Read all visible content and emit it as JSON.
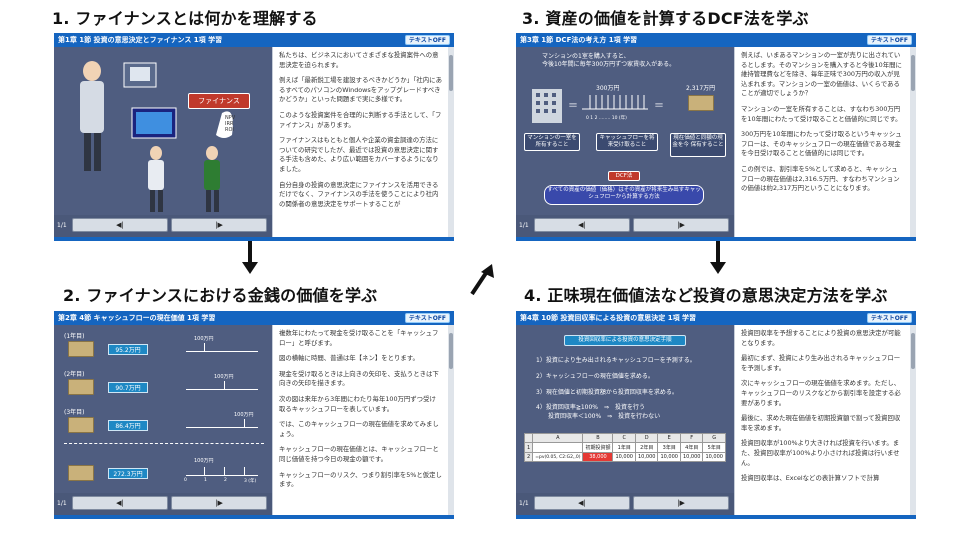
{
  "sections": {
    "s1": "1. ファイナンスとは何かを理解する",
    "s2": "2. ファイナンスにおける金銭の価値を学ぶ",
    "s3": "3. 資産の価値を計算するDCF法を学ぶ",
    "s4": "4. 正味現在価値法など投資の意思決定方法を学ぶ"
  },
  "common": {
    "text_off": "テキストOFF",
    "page": "1/1",
    "prev": "◀|",
    "next": "|▶"
  },
  "p1": {
    "header": "第1章 1節 投資の意思決定とファイナンス 1項 学習",
    "finance_label": "ファイナンス",
    "bubble": "NPV\nIRR\nROI",
    "text": [
      "私たちは、ビジネスにおいてさまざまな投資案件への意思決定を迫られます。",
      "例えば「最新鋭工場を建設するべきかどうか」「社内にあるすべてのパソコンのWindowsをアップグレードすべきかどうか」といった問題まで実に多様です。",
      "このような投資案件を合理的に判断する手法として、「ファイナンス」があります。",
      "ファイナンスはもともと個人や企業の資金調達の方法についての研究でしたが、最近では投資の意思決定に関する手法も含めた、より広い範囲をカバーするようになりました。",
      "自分自身の投資の意思決定にファイナンスを活用できるだけでなく、ファイナンスの手法を使うことにより社内の関係者の意思決定をサポートすることが"
    ]
  },
  "p2": {
    "header": "第2章 4節 キャッシュフローの現在価値 1項 学習",
    "rows": [
      {
        "year": "(1年目)",
        "value": "95.2万円",
        "cf": "100万円"
      },
      {
        "year": "(2年目)",
        "value": "90.7万円",
        "cf": "100万円"
      },
      {
        "year": "(3年目)",
        "value": "86.4万円",
        "cf": "100万円"
      },
      {
        "year": "",
        "value": "272.3万円",
        "cf": "100万円"
      }
    ],
    "axis_labels": [
      "0",
      "1",
      "2",
      "3 (年)"
    ],
    "text": [
      "複数年にわたって現金を受け取ることを「キャッシュフロー」と呼びます。",
      "図の横軸に時間、普通は年【ネン】をとります。",
      "現金を受け取るときは上向きの矢印を、支払うときは下向きの矢印を描きます。",
      "次の図は来年から3年間にわたり毎年100万円ずつ受け取るキャッシュフローを表しています。",
      "では、このキャッシュフローの現在価値を求めてみましょう。",
      "キャッシュフローの現在価値とは、キャッシュフローと同じ価値を持つ今日の現金の額です。",
      "キャッシュフローのリスク、つまり割引率を5%と仮定します。"
    ]
  },
  "p3": {
    "header": "第3章 1節 DCF法の考え方 1項 学習",
    "top_text": "マンションの1室を購入すると、\n今後10年間に毎年300万円ずつ家賃収入がある。",
    "cf_label": "300万円",
    "total_label": "2,317万円",
    "axis": "0 1 2 ........ 10 (年)",
    "boxes": [
      "マンションの一室を所有すること",
      "キャッシュフローを将来受け取ること",
      "現在価値と同額の現金を今 保有すること"
    ],
    "dcf_label": "DCF法",
    "dcf_def": "すべての資産の価値（価格）はその資産が将来生み出すキャッシュフローから計算する方法",
    "text": [
      "例えば、いまあるマンションの一室が売りに出されているとします。そのマンションを購入すると今後10年間に維持管理費などを除き、毎年正味で300万円の収入が見込まれます。マンションの一室の価値は、いくらであることが適切でしょうか？",
      "マンションの一室を所有することは、すなわち300万円を10年間にわたって受け取ることと価値的に同じです。",
      "300万円を10年間にわたって受け取るというキャッシュフローは、そのキャッシュフローの現在価値である現金を今日受け取ることと価値的には同じです。",
      "この例では、割引率を5%として求めると、キャッシュフローの現在価値は2,316.5万円、すなわちマンションの価値は約2,317万円ということになります。"
    ]
  },
  "p4": {
    "header": "第4章 10節 投資回収率による投資の意思決定 1項 学習",
    "proc_title": "投資回収率による投資の意思決定手順",
    "steps": [
      "1）投資により生み出されるキャッシュフローを予測する。",
      "2）キャッシュフローの現在価値を求める。",
      "3）現在価値と初期投資額から投資回収率を求める。",
      "4）投資回収率≧100%　⇒　投資を行う\n　　投資回収率＜100%　⇒　投資を行わない"
    ],
    "table": {
      "cols": [
        "",
        "A",
        "B",
        "C",
        "D",
        "E",
        "F",
        "G"
      ],
      "row1": [
        "1",
        "",
        "初期投資額",
        "1年目",
        "2年目",
        "3年目",
        "4年目",
        "5年目"
      ],
      "row2": [
        "2",
        "=pv(0.05, C2:G2,,0)",
        "38,000",
        "10,000",
        "10,000",
        "10,000",
        "10,000",
        "10,000"
      ]
    },
    "text": [
      "投資回収率を予想することにより投資の意思決定が可能となります。",
      "最初にまず、投資により生み出されるキャッシュフローを予測します。",
      "次にキャッシュフローの現在価値を求めます。ただし、キャッシュフローのリスクなどから割引率を設定する必要があります。",
      "最後に、求めた現在価値を初期投資額で割って投資回収率を求めます。",
      "投資回収率が100%より大きければ投資を行います。また、投資回収率が100%より小さければ投資は行いません。",
      "投資回収率は、Excelなどの表計算ソフトで計算"
    ]
  }
}
